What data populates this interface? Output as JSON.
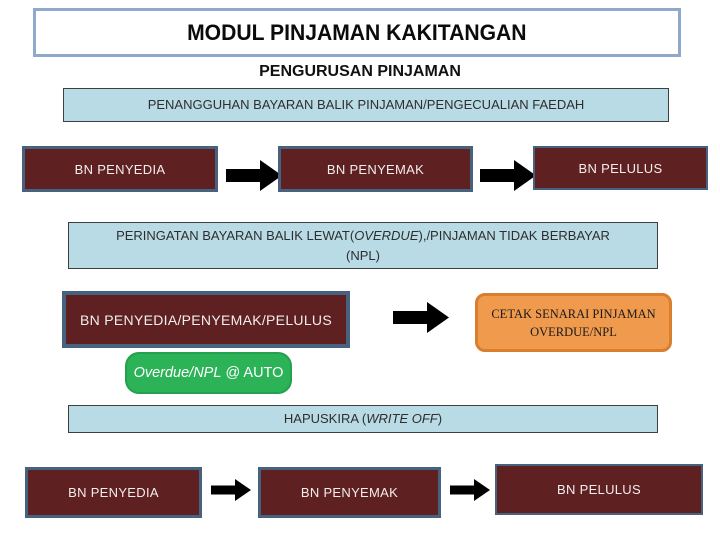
{
  "slide": {
    "title": "MODUL PINJAMAN KAKITANGAN",
    "subtitle": "PENGURUSAN PINJAMAN"
  },
  "bars": {
    "penangguhan": "PENANGGUHAN BAYARAN BALIK PINJAMAN/PENGECUALIAN FAEDAH",
    "peringatan": {
      "before": "PERINGATAN BAYARAN BALIK LEWAT(",
      "italic": "OVERDUE",
      "after": "),/PINJAMAN TIDAK BERBAYAR",
      "line2": "(NPL)"
    },
    "hapuskira": {
      "before": "HAPUSKIRA (",
      "italic": "WRITE OFF",
      "after": ")"
    }
  },
  "flow_top": {
    "boxes": [
      "BN PENYEDIA",
      "BN PENYEMAK",
      "BN PELULUS"
    ]
  },
  "flow_middle": {
    "actor": "BN PENYEDIA/PENYEMAK/PELULUS",
    "output_line1": "CETAK SENARAI PINJAMAN",
    "output_line2": "OVERDUE/NPL",
    "auto_italic": "Overdue/NPL",
    "auto_rest": " @ AUTO"
  },
  "flow_bottom": {
    "boxes": [
      "BN PENYEDIA",
      "BN PENYEMAK",
      "BN PELULUS"
    ]
  },
  "colors": {
    "maroon": "#5E2020",
    "slate_border": "#46627E",
    "light_blue": "#B9DBE5",
    "title_border": "#8EA9CC",
    "orange_fill": "#F09A4D",
    "orange_border": "#D87E2E",
    "green": "#2CB357",
    "arrow": "#000000"
  }
}
